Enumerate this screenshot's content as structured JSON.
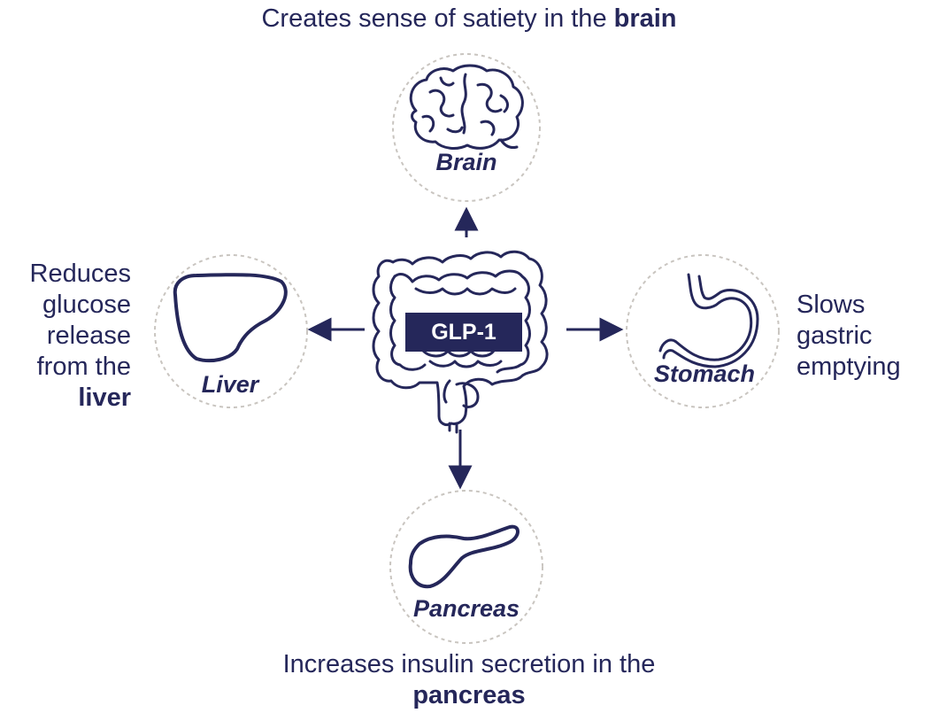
{
  "captions": {
    "brain": {
      "text": "Creates sense of satiety in the ",
      "bold": "brain"
    },
    "liver": {
      "line1": "Reduces",
      "line2": "glucose",
      "line3": "release",
      "line4": "from the",
      "bold": "liver"
    },
    "stomach": {
      "line1": "Slows",
      "line2": "gastric",
      "line3": "emptying"
    },
    "pancreas": {
      "text": "Increases insulin secretion in the",
      "bold": "pancreas"
    }
  },
  "organs": {
    "brain": "Brain",
    "liver": "Liver",
    "stomach": "Stomach",
    "pancreas": "Pancreas"
  },
  "center": {
    "label": "GLP-1"
  },
  "icons": [
    "brain-icon",
    "liver-icon",
    "stomach-icon",
    "pancreas-icon",
    "intestine-icon"
  ],
  "colors": {
    "navy": "#25275a",
    "circle_border": "#c9c5c0",
    "label_bg": "#25275a",
    "label_text": "#ffffff"
  }
}
